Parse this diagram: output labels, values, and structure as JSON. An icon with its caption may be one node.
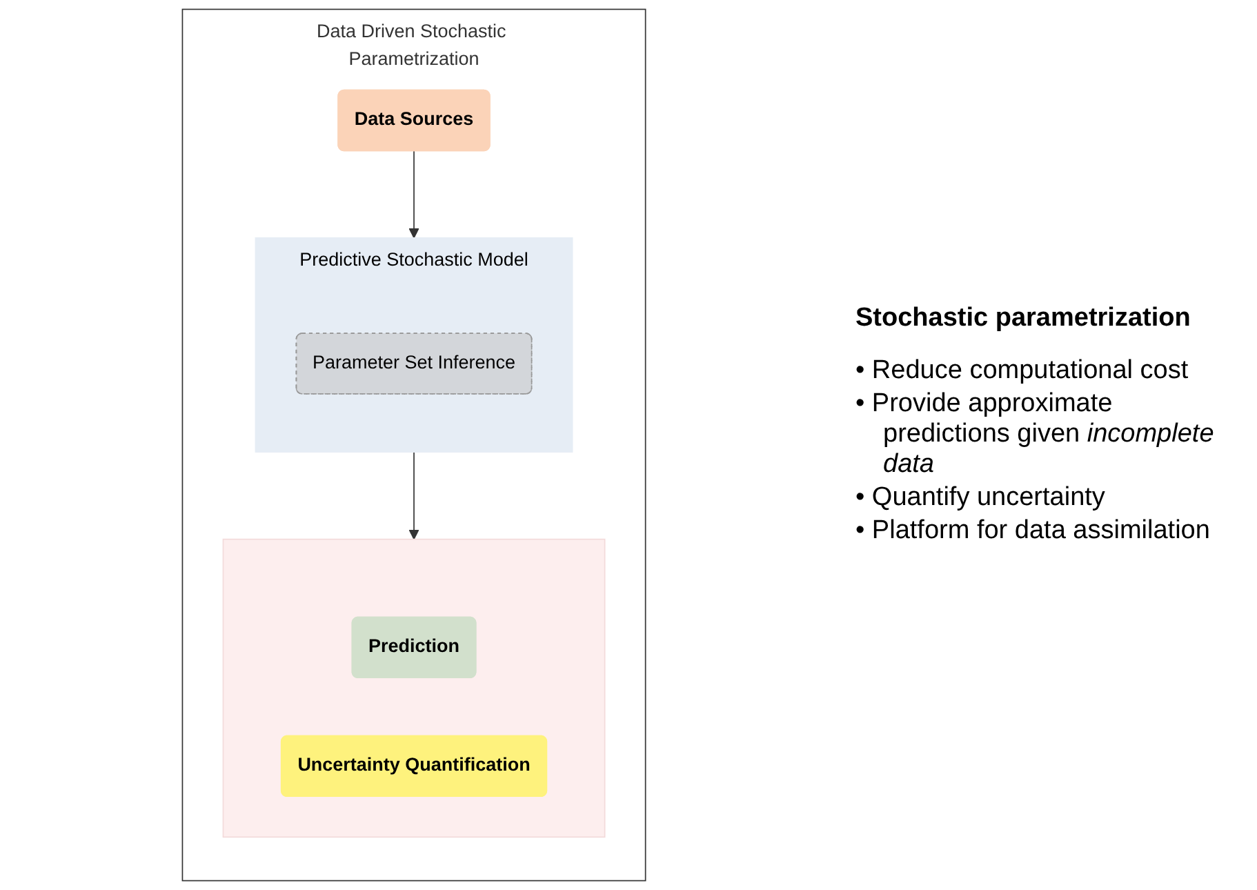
{
  "diagram": {
    "nodes": [
      {
        "text": [
          "Data Driven Stochastic Parametrization"
        ]
      },
      {
        "text": [
          "Data Sources"
        ],
        "in": 0
      },
      {
        "text": [
          "Predictive Stochastic Model"
        ],
        "in": 0
      },
      {
        "text": [
          "Parameter Set Inference"
        ],
        "in": 2
      },
      {
        "text": [],
        "shape": "box",
        "in": 0
      },
      {
        "text": [
          "Prediction"
        ],
        "in": 4
      },
      {
        "text": [
          "Uncertainty Quantification"
        ],
        "in": 4
      }
    ],
    "edges": [
      {
        "from": 1,
        "to": 2,
        "arrow": "to"
      },
      {
        "from": 2,
        "to": 4,
        "arrow": "to"
      }
    ],
    "labels": [
      "Stochastic parametrization",
      "• Reduce computational cost",
      "• Provide approximate predictions given *incomplete data*",
      "• Quantify uncertainty",
      "• Platform for data assimilation"
    ]
  }
}
